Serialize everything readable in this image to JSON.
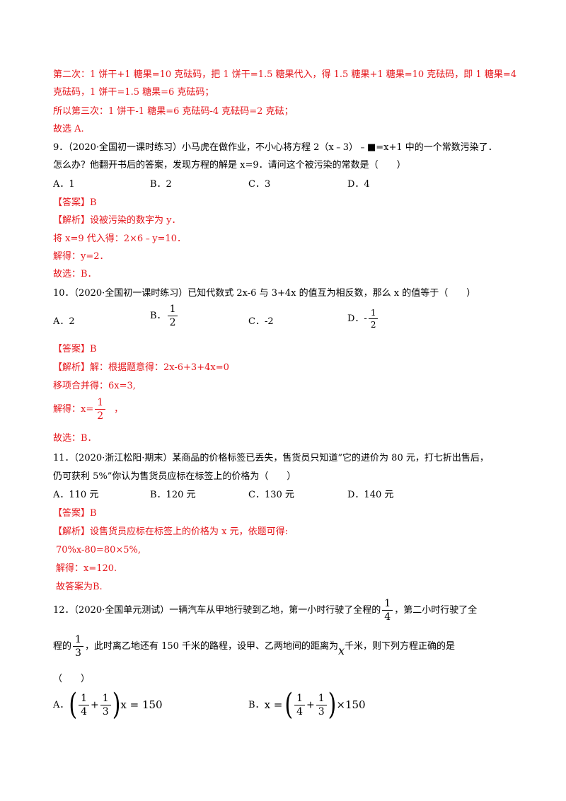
{
  "colors": {
    "answer_red": "#e5161b",
    "text": "#000000"
  },
  "top": {
    "line1": "第二次：1 饼干+1 糖果=10 克砝码，把 1 饼干=1.5 糖果代入，得 1.5 糖果+1 糖果=10 克砝码，即 1 糖果=4",
    "line2": "克砝码，1 饼干=1.5 糖果=6 克砝码；",
    "line3": "所以第三次：1 饼干-1 糖果=6 克砝码-4 克砝码=2 克砝；",
    "line4": "故选 A."
  },
  "q9": {
    "stem1": "9．（2020·全国初一课时练习）小马虎在做作业，不小心将方程 2（x﹣3）﹣■=x+1 中的一个常数污染了．",
    "stem2": "怎么办？他翻开书后的答案，发现方程的解是 x=9．请问这个被污染的常数是（　　）",
    "options": [
      "A．1",
      "B．2",
      "C．3",
      "D．4"
    ],
    "answer": "【答案】B",
    "analysis": "【解析】设被污染的数字为 y．",
    "step1": "将 x=9 代入得：2×6﹣y=10．",
    "step2": "解得：y=2．",
    "conclusion": "故选：B．"
  },
  "q10": {
    "stem": "10．（2020·全国初一课时练习）已知代数式 2x-6 与 3+4x 的值互为相反数，那么 x 的值等于（　　）",
    "optA": "A．2",
    "optB_label": "B．",
    "optC": "C．-2",
    "optD_label": "D．-",
    "frac_num": "1",
    "frac_den": "2",
    "answer": "【答案】B",
    "analysis": "【解析】解：根据题意得：2x-6+3+4x=0",
    "step1": "移项合并得：6x=3,",
    "step2_prefix": "解得：x=",
    "step2_suffix": "，",
    "conclusion": "故选：B．"
  },
  "q11": {
    "stem1": "11．（2020·浙江松阳·期末）某商品的价格标签已丢失，售货员只知道”它的进价为 80 元，打七折出售后，",
    "stem2": "仍可获利 5%”你认为售货员应标在标签上的价格为（　　）",
    "options": [
      "A．110 元",
      "B．120 元",
      "C．130 元",
      "D．140 元"
    ],
    "answer": "【答案】B",
    "analysis": "【解析】设售货员应标在标签上的价格为 x 元，依题可得:",
    "step1": "70%x-80=80×5%,",
    "step2": "解得：x=120.",
    "conclusion": "故答案为B."
  },
  "q12": {
    "stem1_pre": "12．（2020·全国单元测试）一辆汽车从甲地行驶到乙地，第一小时行驶了全程的",
    "stem1_post": "，第二小时行驶了全",
    "stem2_pre": "程的",
    "stem2_mid": "，此时离乙地还有 150 千米的路程，设甲、乙两地间的距离为",
    "var_x": "x",
    "stem2_post": "千米，则下列方程正确的是",
    "stem3": "（　　）",
    "f1_num": "1",
    "f1_den": "4",
    "f2_num": "1",
    "f2_den": "3",
    "optA_label": "A．",
    "optA_tail": "x = 150",
    "optB_label": "B．",
    "optB_head": "x =",
    "optB_tail": "×150",
    "plus": "+"
  }
}
